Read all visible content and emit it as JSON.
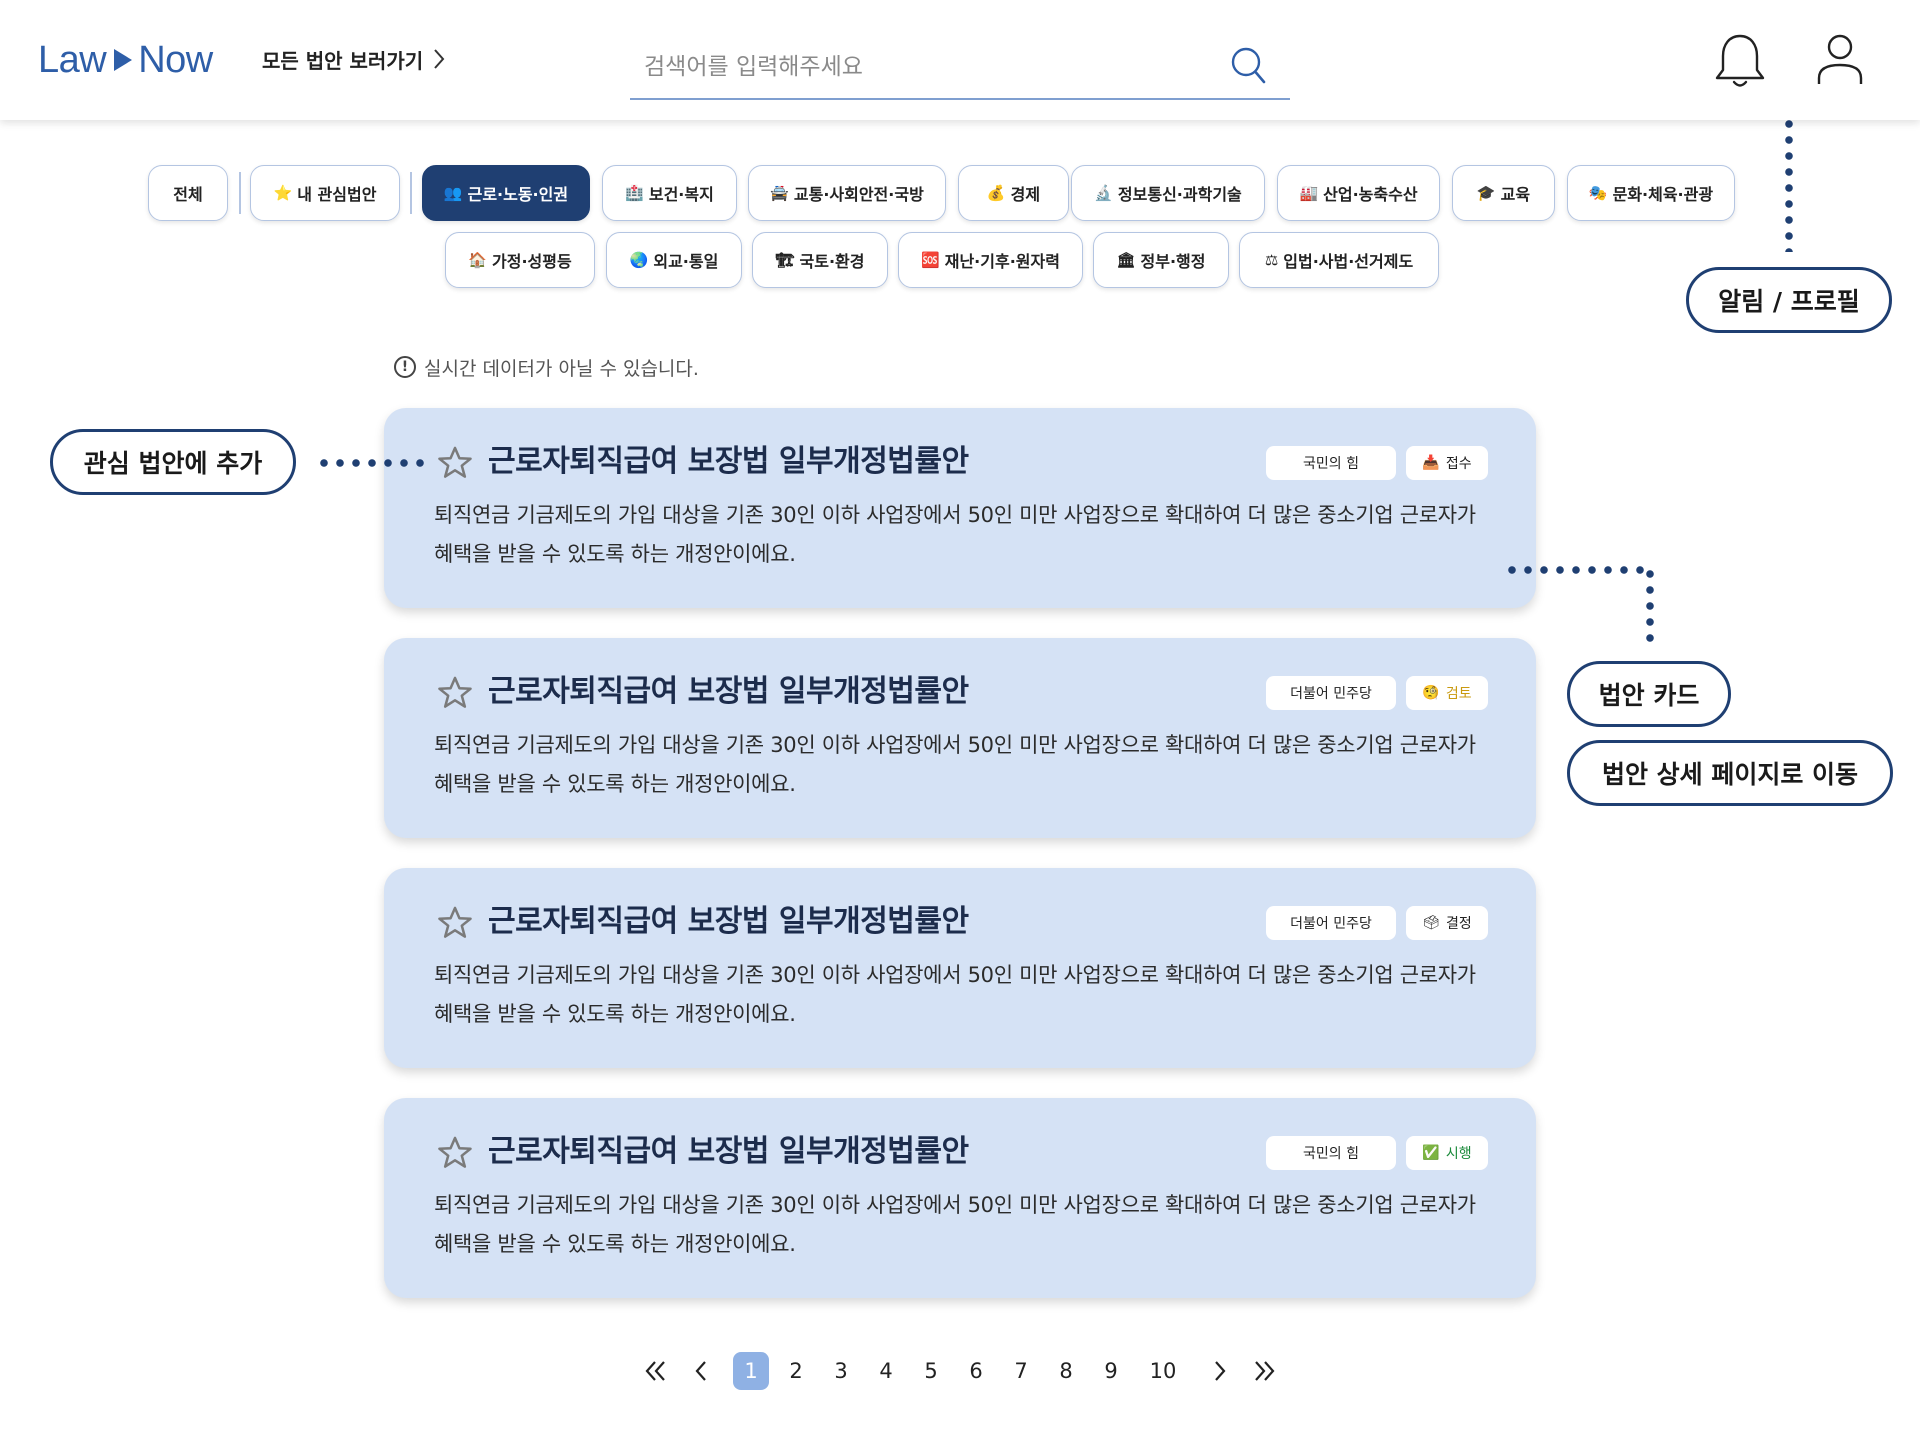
{
  "header": {
    "logo_left": "Law",
    "logo_right": "Now",
    "all_bills_link": "모든 법안 보러가기",
    "search_placeholder": "검색어를 입력해주세요"
  },
  "categories": [
    {
      "label": "전체",
      "emoji": ""
    },
    {
      "label": "내 관심법안",
      "emoji": "⭐"
    },
    {
      "label": "근로·노동·인권",
      "emoji": "👥"
    },
    {
      "label": "보건·복지",
      "emoji": "🏥"
    },
    {
      "label": "교통·사회안전·국방",
      "emoji": "🚔"
    },
    {
      "label": "경제",
      "emoji": "💰"
    },
    {
      "label": "정보통신·과학기술",
      "emoji": "🔬"
    },
    {
      "label": "산업·농축수산",
      "emoji": "🏭"
    },
    {
      "label": "교육",
      "emoji": "🎓"
    },
    {
      "label": "문화·체육·관광",
      "emoji": "🎭"
    },
    {
      "label": "가정·성평등",
      "emoji": "🏠"
    },
    {
      "label": "외교·통일",
      "emoji": "🌏"
    },
    {
      "label": "국토·환경",
      "emoji": "🏗"
    },
    {
      "label": "재난·기후·원자력",
      "emoji": "🆘"
    },
    {
      "label": "정부·행정",
      "emoji": "🏛"
    },
    {
      "label": "입법·사법·선거제도",
      "emoji": "⚖"
    }
  ],
  "active_category": "근로·노동·인권",
  "notice": "실시간 데이터가 아닐 수 있습니다.",
  "bills": [
    {
      "title": "근로자퇴직급여 보장법 일부개정법률안",
      "party": "국민의 힘",
      "status": "접수",
      "status_emoji": "📥",
      "status_color": "#222222",
      "description": "퇴직연금 기금제도의 가입 대상을 기존 30인 이하 사업장에서 50인 미만 사업장으로 확대하여 더 많은 중소기업 근로자가 혜택을 받을 수 있도록 하는 개정안이에요."
    },
    {
      "title": "근로자퇴직급여 보장법 일부개정법률안",
      "party": "더불어 민주당",
      "status": "검토",
      "status_emoji": "🧐",
      "status_color": "#c99a10",
      "description": "퇴직연금 기금제도의 가입 대상을 기존 30인 이하 사업장에서 50인 미만 사업장으로 확대하여 더 많은 중소기업 근로자가 혜택을 받을 수 있도록 하는 개정안이에요."
    },
    {
      "title": "근로자퇴직급여 보장법 일부개정법률안",
      "party": "더불어 민주당",
      "status": "결정",
      "status_emoji": "🗳",
      "status_color": "#222222",
      "description": "퇴직연금 기금제도의 가입 대상을 기존 30인 이하 사업장에서 50인 미만 사업장으로 확대하여 더 많은 중소기업 근로자가 혜택을 받을 수 있도록 하는 개정안이에요."
    },
    {
      "title": "근로자퇴직급여 보장법 일부개정법률안",
      "party": "국민의 힘",
      "status": "시행",
      "status_emoji": "✅",
      "status_color": "#1a8a3a",
      "description": "퇴직연금 기금제도의 가입 대상을 기존 30인 이하 사업장에서 50인 미만 사업장으로 확대하여 더 많은 중소기업 근로자가 혜택을 받을 수 있도록 하는 개정안이에요."
    }
  ],
  "pagination": {
    "pages": [
      "1",
      "2",
      "3",
      "4",
      "5",
      "6",
      "7",
      "8",
      "9",
      "10"
    ],
    "current": "1"
  },
  "annotations": {
    "alarm_profile": "알림 / 프로필",
    "add_interest": "관심 법안에 추가",
    "bill_card": "법안 카드",
    "go_detail": "법안 상세 페이지로 이동"
  },
  "colors": {
    "brand": "#2e5ea8",
    "navy": "#1f3f72",
    "card_bg": "#d5e2f5",
    "active_page": "#8fb1e4"
  }
}
